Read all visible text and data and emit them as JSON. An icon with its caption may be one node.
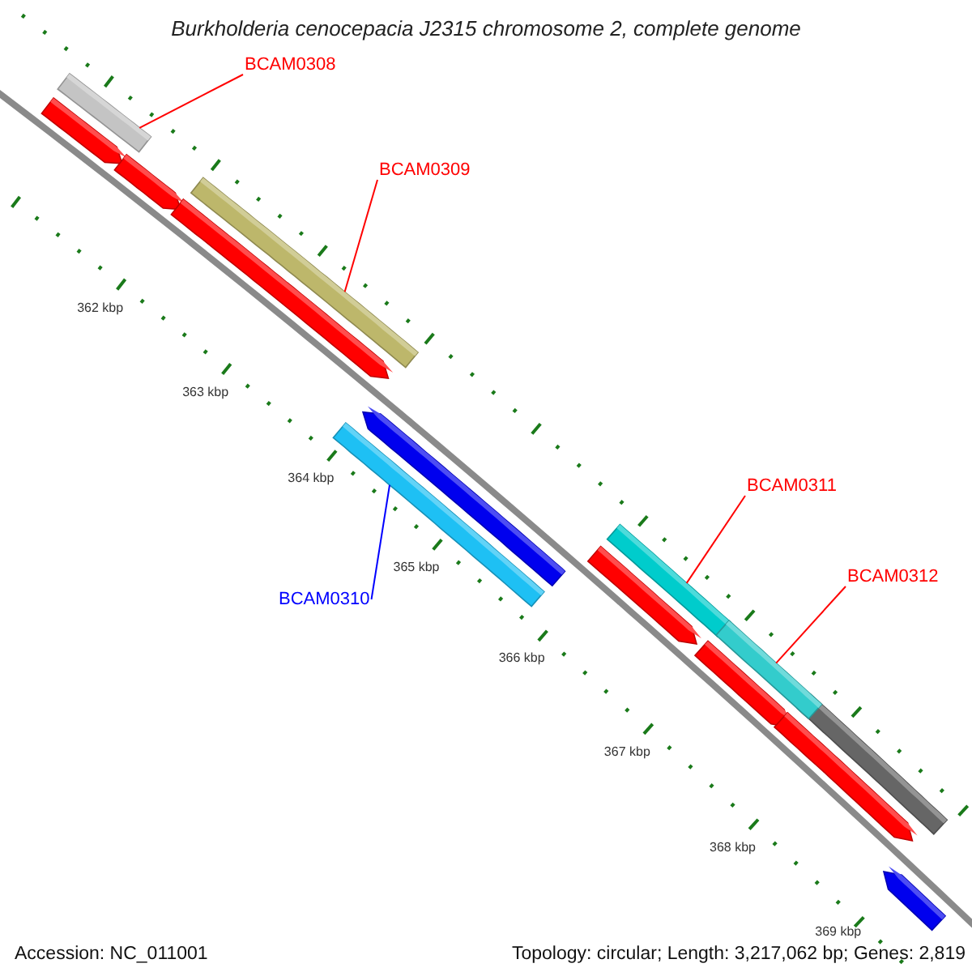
{
  "diagram": {
    "title": "Burkholderia cenocepacia J2315 chromosome 2, complete genome",
    "nodes": [
      {
        "text": [
          "BCAM0308"
        ]
      },
      {
        "text": [
          "BCAM0309"
        ]
      },
      {
        "text": [
          "BCAM0310"
        ]
      },
      {
        "text": [
          "BCAM0311"
        ]
      },
      {
        "text": [
          "BCAM0312"
        ]
      },
      {
        "text": [],
        "shape": "bar"
      },
      {
        "text": [],
        "shape": "bar"
      },
      {
        "text": [],
        "shape": "bar"
      },
      {
        "text": [],
        "shape": "bar"
      },
      {
        "text": [],
        "shape": "bar"
      }
    ],
    "edges": [
      {
        "from": 0,
        "to": 5,
        "arrow": "none"
      },
      {
        "from": 1,
        "to": 6,
        "arrow": "none"
      },
      {
        "from": 2,
        "to": 7,
        "arrow": "none",
        "color": "#0000ff"
      },
      {
        "from": 3,
        "to": 8,
        "arrow": "none"
      },
      {
        "from": 4,
        "to": 9,
        "arrow": "none"
      }
    ],
    "labels": [
      "362 kbp",
      "363 kbp",
      "364 kbp",
      "365 kbp",
      "366 kbp",
      "367 kbp",
      "368 kbp",
      "369 kbp",
      "Accession: NC_011001",
      "Topology: circular; Length: 3,217,062 bp; Genes: 2,819"
    ]
  }
}
